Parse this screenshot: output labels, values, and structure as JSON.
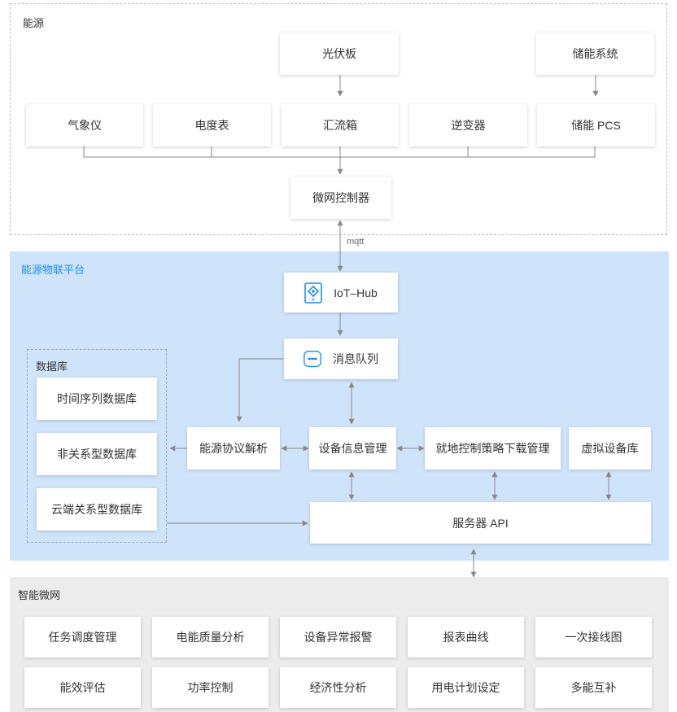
{
  "energy": {
    "title": "能源",
    "pv_panel": "光伏板",
    "storage_system": "储能系统",
    "weather_station": "气象仪",
    "meter": "电度表",
    "combiner_box": "汇流箱",
    "inverter": "逆变器",
    "storage_pcs": "储能 PCS",
    "microgrid_controller": "微网控制器"
  },
  "link_label": "mqtt",
  "platform": {
    "title": "能源物联平台",
    "iot_hub": "IoT–Hub",
    "message_queue": "消息队列",
    "protocol_parser": "能源协议解析",
    "device_info_mgmt": "设备信息管理",
    "local_strategy_mgmt": "就地控制策略下载管理",
    "virtual_device_lib": "虚拟设备库",
    "server_api": "服务器 API",
    "database": {
      "title": "数据库",
      "items": [
        "时间序列数据库",
        "非关系型数据库",
        "云端关系型数据库"
      ]
    }
  },
  "microgrid": {
    "title": "智能微网",
    "row1": [
      "任务调度管理",
      "电能质量分析",
      "设备异常报警",
      "报表曲线",
      "一次接线图"
    ],
    "row2": [
      "能效评估",
      "功率控制",
      "经济性分析",
      "用电计划设定",
      "多能互补"
    ]
  },
  "colors": {
    "platform_bg": "#cfe4fb",
    "platform_title": "#1a8ff0",
    "microgrid_bg": "#ececec",
    "icon": "#1a8ff0",
    "arrow": "#888888"
  }
}
